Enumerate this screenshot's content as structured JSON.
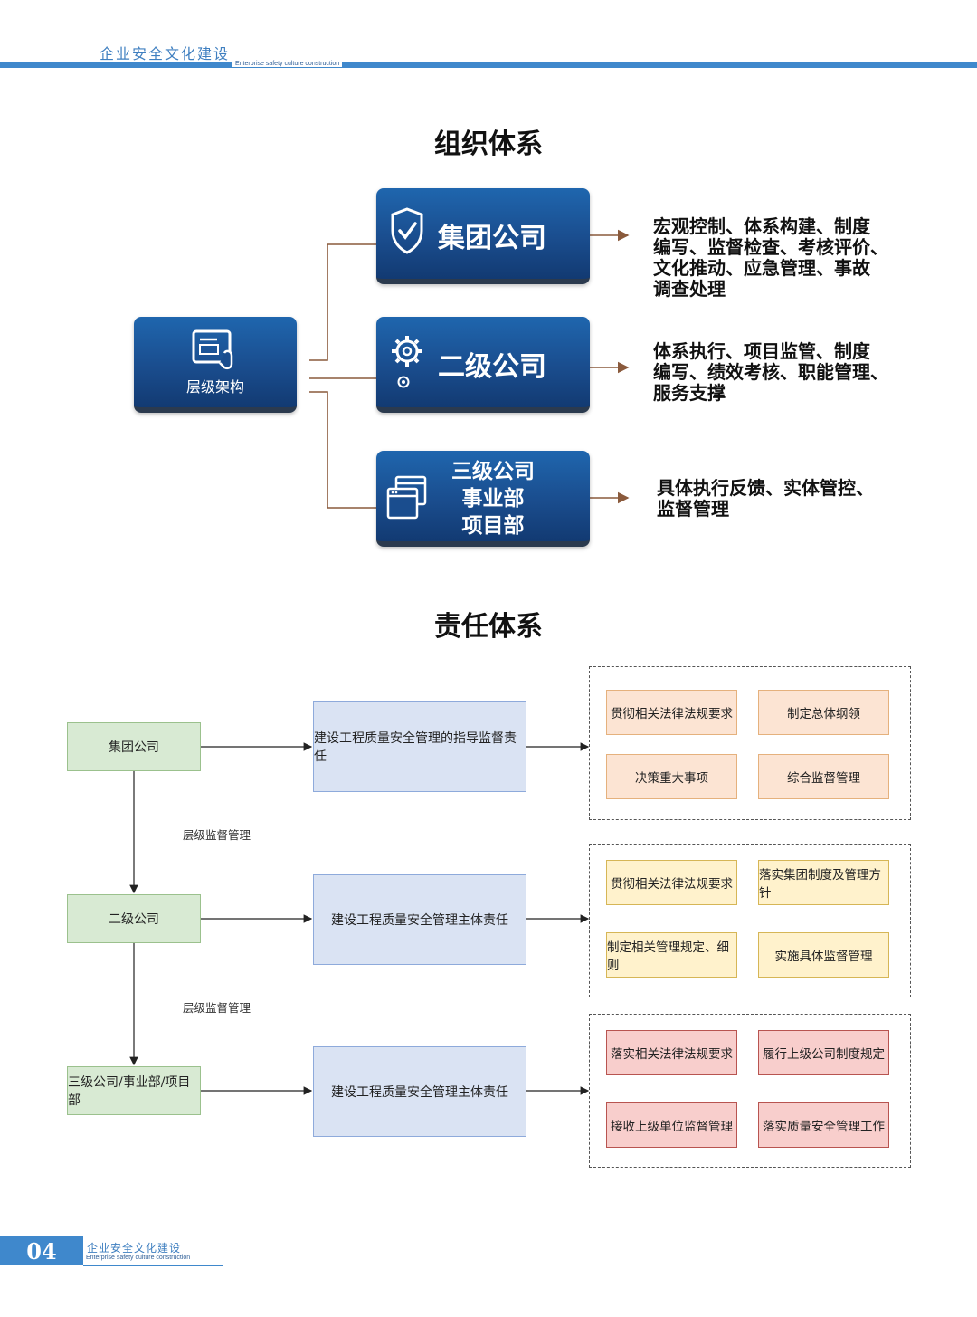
{
  "header": {
    "title": "企业安全文化建设",
    "subtitle": "Enterprise safety culture construction"
  },
  "org": {
    "title": "组织体系",
    "root": {
      "label": "层级架构",
      "icon": "document-hand-icon"
    },
    "nodes": [
      {
        "label": "集团公司",
        "icon": "shield-check-icon",
        "desc_lines": [
          "宏观控制、体系构建、制度",
          "编写、监督检查、考核评价、",
          "文化推动、应急管理、事故",
          "调查处理"
        ]
      },
      {
        "label": "二级公司",
        "icon": "gears-icon",
        "desc_lines": [
          "体系执行、项目监管、制度",
          "编写、绩效考核、职能管理、",
          "服务支撑"
        ]
      },
      {
        "label_lines": [
          "三级公司",
          "事业部",
          "项目部"
        ],
        "icon": "windows-icon",
        "desc_lines": [
          "具体执行反馈、实体管控、",
          "监督管理"
        ]
      }
    ],
    "colors": {
      "box": "#1a4d8e",
      "connector": "#8a5a3c"
    }
  },
  "resp": {
    "title": "责任体系",
    "level_label": "层级监督管理",
    "rows": [
      {
        "entity": "集团公司",
        "duty": "建设工程质量安全管理的指导监督责任",
        "color": "orange",
        "tasks": [
          "贯彻相关法律法规要求",
          "制定总体纲领",
          "决策重大事项",
          "综合监督管理"
        ]
      },
      {
        "entity": "二级公司",
        "duty": "建设工程质量安全管理主体责任",
        "color": "yellow",
        "tasks": [
          "贯彻相关法律法规要求",
          "落实集团制度及管理方针",
          "制定相关管理规定、细则",
          "实施具体监督管理"
        ]
      },
      {
        "entity": "三级公司/事业部/项目部",
        "duty": "建设工程质量安全管理主体责任",
        "color": "red",
        "tasks": [
          "落实相关法律法规要求",
          "履行上级公司制度规定",
          "接收上级单位监督管理",
          "落实质量安全管理工作"
        ]
      }
    ]
  },
  "footer": {
    "page": "04",
    "title": "企业安全文化建设",
    "subtitle": "Enterprise safety culture construction"
  }
}
